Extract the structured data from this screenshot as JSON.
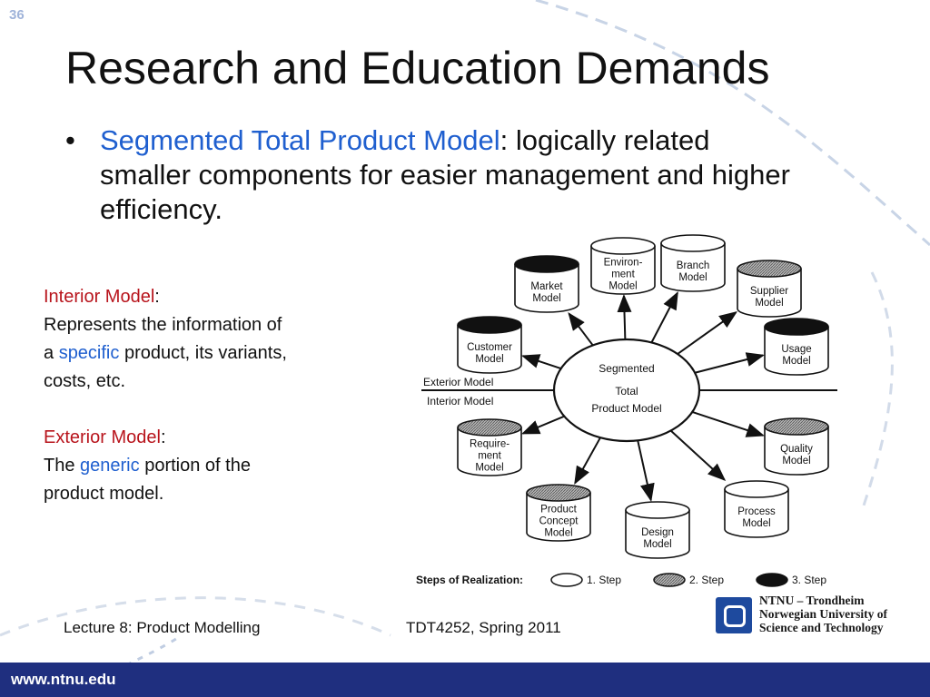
{
  "slide": {
    "number": "36",
    "title": "Research and Education Demands"
  },
  "bullet": {
    "marker": "•",
    "highlight": "Segmented Total Product Model",
    "rest": ": logically related smaller components for easier management and higher efficiency."
  },
  "sidebar": {
    "interior_title": "Interior Model",
    "interior_colon": ":",
    "interior_line1": "Represents the information of",
    "interior_a": "a ",
    "interior_specific": "specific",
    "interior_rest": " product, its variants,",
    "interior_line3": "costs, etc.",
    "exterior_title": "Exterior Model",
    "exterior_colon": ":",
    "exterior_the": "The ",
    "exterior_generic": "generic",
    "exterior_rest": " portion of the",
    "exterior_line2": "product model."
  },
  "diagram": {
    "center_lines": [
      "Segmented",
      "Total",
      "Product Model"
    ],
    "exterior_label": "Exterior Model",
    "interior_label": "Interior Model",
    "nodes": [
      {
        "id": "environment",
        "lines": [
          "Environ-",
          "ment",
          "Model"
        ],
        "step": 1
      },
      {
        "id": "branch",
        "lines": [
          "Branch",
          "Model"
        ],
        "step": 1
      },
      {
        "id": "supplier",
        "lines": [
          "Supplier",
          "Model"
        ],
        "step": 2
      },
      {
        "id": "market",
        "lines": [
          "Market",
          "Model"
        ],
        "step": 3
      },
      {
        "id": "customer",
        "lines": [
          "Customer",
          "Model"
        ],
        "step": 3
      },
      {
        "id": "usage",
        "lines": [
          "Usage",
          "Model"
        ],
        "step": 3
      },
      {
        "id": "quality",
        "lines": [
          "Quality",
          "Model"
        ],
        "step": 2
      },
      {
        "id": "requirement",
        "lines": [
          "Require-",
          "ment",
          "Model"
        ],
        "step": 2
      },
      {
        "id": "product-concept",
        "lines": [
          "Product",
          "Concept",
          "Model"
        ],
        "step": 2
      },
      {
        "id": "design",
        "lines": [
          "Design",
          "Model"
        ],
        "step": 1
      },
      {
        "id": "process",
        "lines": [
          "Process",
          "Model"
        ],
        "step": 1
      }
    ],
    "legend": {
      "title": "Steps of Realization:",
      "step1": "1. Step",
      "step2": "2. Step",
      "step3": "3. Step"
    }
  },
  "footer": {
    "lecture": "Lecture 8: Product Modelling",
    "course": "TDT4252, Spring 2011",
    "logo_lines": [
      "NTNU – Trondheim",
      "Norwegian University of",
      "Science and Technology"
    ],
    "url": "www.ntnu.edu"
  },
  "colors": {
    "accent_blue": "#1f5fcf",
    "accent_red": "#b8141c",
    "bar": "#1f2f7f",
    "step2_fill": "#8a8a8a",
    "step3_fill": "#111111"
  }
}
